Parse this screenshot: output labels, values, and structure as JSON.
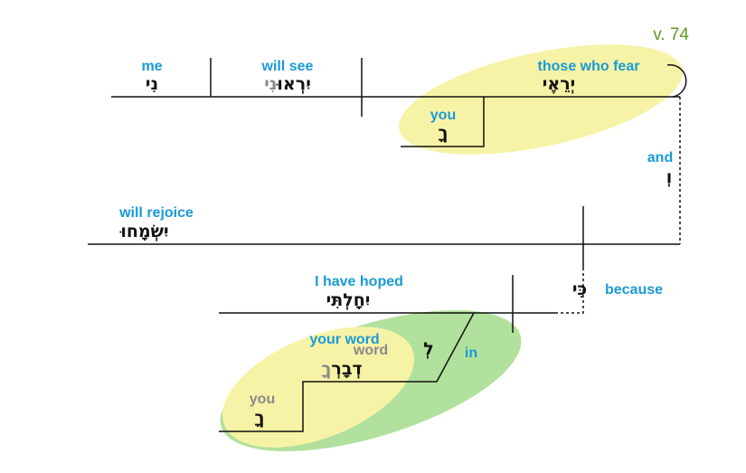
{
  "verse": "v. 74",
  "colors": {
    "english": "#1a9ad6",
    "verse": "#5f9a1e",
    "yellow": "#f7f3a6",
    "green": "#b1e19c",
    "gray": "#8a8a8a"
  },
  "words": {
    "me": {
      "en": "me",
      "he": "נִי"
    },
    "will_see": {
      "en": "will see",
      "he": "יִרְאוּ",
      "he_suffix": "נִי"
    },
    "those_who_fear": {
      "en": "those who fear",
      "he": "יְרֵאֶי"
    },
    "you_top": {
      "en": "you",
      "he": "ךָ"
    },
    "and": {
      "en": "and",
      "he": "וְ"
    },
    "will_rejoice": {
      "en": "will rejoice",
      "he": "יִשְׂמָחוּ"
    },
    "because": {
      "en": "because",
      "he": "כִּי"
    },
    "i_have_hoped": {
      "en": "I have hoped",
      "he": "יִחָלְתִּי"
    },
    "your_word": {
      "en": "your word",
      "en_sub": "word",
      "he": "דְבָרְ",
      "he_suffix": "ךָ"
    },
    "in": {
      "en": "in",
      "he": "לְ"
    },
    "you_bottom": {
      "en": "you",
      "he": "ךָ"
    }
  }
}
